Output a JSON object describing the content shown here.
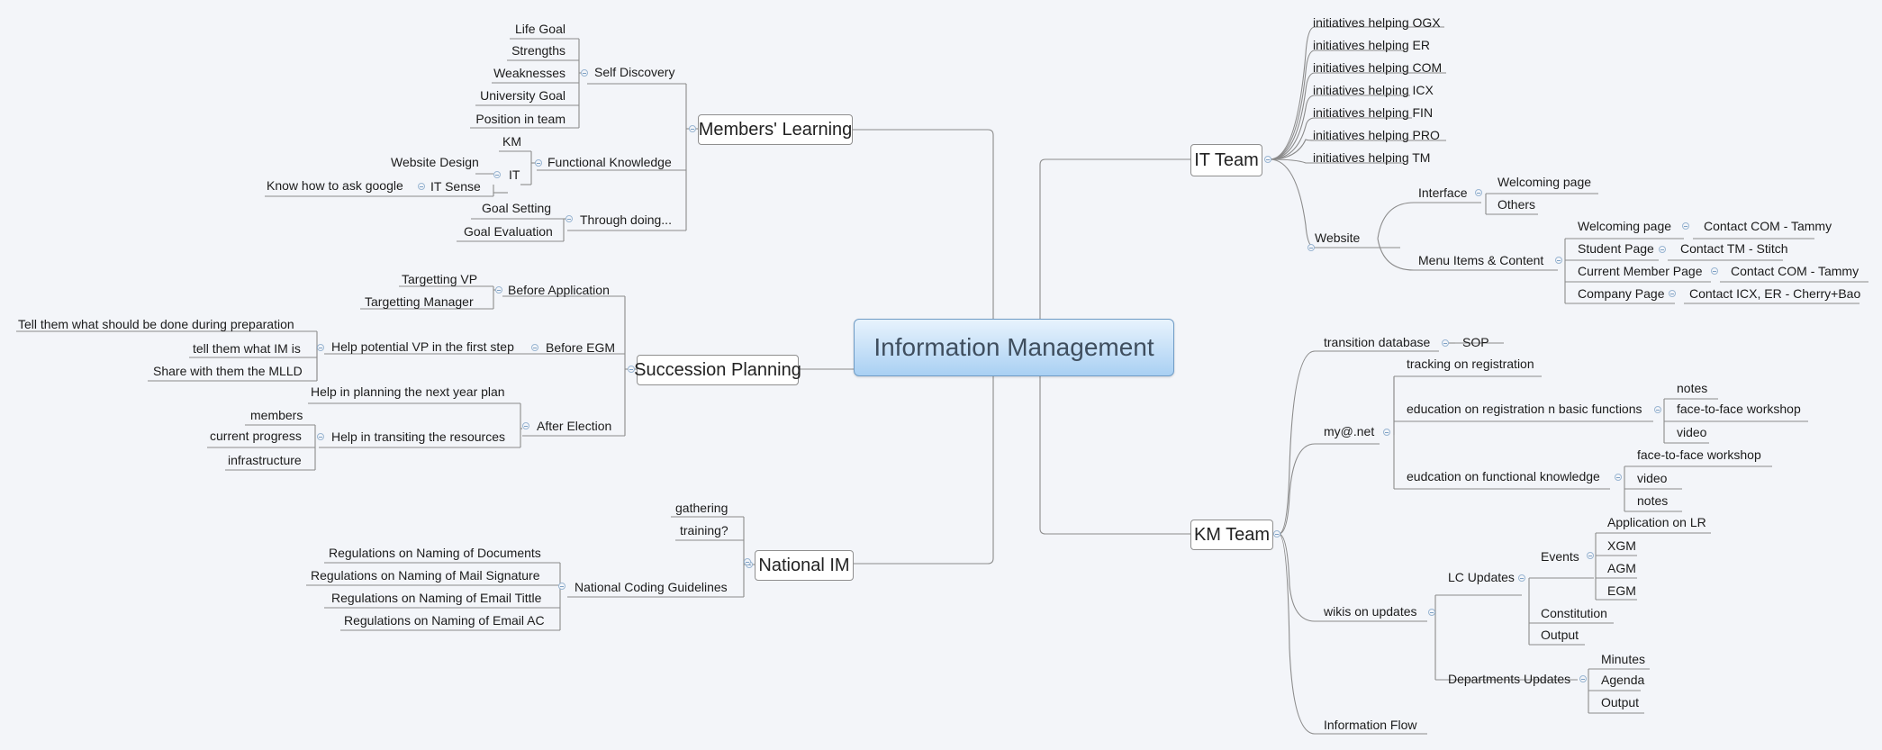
{
  "root": "Information Management",
  "members_learning": {
    "title": "Members' Learning",
    "self_discovery": {
      "label": "Self Discovery",
      "items": [
        "Life Goal",
        "Strengths",
        "Weaknesses",
        "University Goal",
        "Position in team"
      ]
    },
    "functional_knowledge": {
      "label": "Functional Knowledge",
      "km": "KM",
      "it": "IT",
      "website_design": "Website Design",
      "it_sense": "IT Sense",
      "google": "Know how to ask google"
    },
    "through_doing": {
      "label": "Through doing...",
      "items": [
        "Goal Setting",
        "Goal Evaluation"
      ]
    }
  },
  "succession": {
    "title": "Succession Planning",
    "before_application": {
      "label": "Before Application",
      "items": [
        "Targetting VP",
        "Targetting Manager"
      ]
    },
    "before_egm": {
      "label": "Before EGM",
      "help": "Help potential VP in the first step",
      "items": [
        "Tell them what should be done during preparation",
        "tell them what IM is",
        "Share with them the MLLD"
      ]
    },
    "after_election": {
      "label": "After Election",
      "planning": "Help in planning the next year plan",
      "transit": "Help in transiting the resources",
      "items": [
        "members",
        "current progress",
        "infrastructure"
      ]
    }
  },
  "national_im": {
    "title": "National IM",
    "gathering": "gathering",
    "training": "training?",
    "coding": {
      "label": "National Coding Guidelines",
      "items": [
        "Regulations on Naming of Documents",
        "Regulations on Naming of Mail Signature",
        "Regulations on Naming of Email Tittle",
        "Regulations on Naming of Email AC"
      ]
    }
  },
  "it_team": {
    "title": "IT Team",
    "initiatives": [
      "initiatives helping OGX",
      "initiatives helping ER",
      "initiatives helping COM",
      "initiatives helping ICX",
      "initiatives helping FIN",
      "initiatives helping PRO",
      "initiatives helping TM"
    ],
    "website": {
      "label": "Website",
      "interface": {
        "label": "Interface",
        "items": [
          "Welcoming page",
          "Others"
        ]
      },
      "menu": {
        "label": "Menu Items & Content",
        "pages": [
          {
            "page": "Welcoming page",
            "contact": "Contact COM - Tammy"
          },
          {
            "page": "Student Page",
            "contact": "Contact TM - Stitch"
          },
          {
            "page": "Current Member Page",
            "contact": "Contact COM - Tammy"
          },
          {
            "page": "Company Page",
            "contact": "Contact ICX, ER - Cherry+Bao"
          }
        ]
      }
    }
  },
  "km_team": {
    "title": "KM Team",
    "transition": {
      "label": "transition database",
      "sop": "SOP"
    },
    "mynet": {
      "label": "my@.net",
      "tracking": "tracking on registration",
      "education": {
        "label": "education on registration n basic functions",
        "items": [
          "notes",
          "face-to-face workshop",
          "video"
        ]
      },
      "functional": {
        "label": "eudcation on functional knowledge",
        "items": [
          "face-to-face workshop",
          "video",
          "notes"
        ]
      }
    },
    "wikis": {
      "label": "wikis on updates",
      "lc": {
        "label": "LC Updates",
        "events": {
          "label": "Events",
          "items": [
            "Application on LR",
            "XGM",
            "AGM",
            "EGM"
          ]
        },
        "constitution": "Constitution",
        "output": "Output"
      },
      "departments": {
        "label": "Departments Updates",
        "items": [
          "Minutes",
          "Agenda",
          "Output"
        ]
      }
    },
    "flow": "Information Flow"
  }
}
